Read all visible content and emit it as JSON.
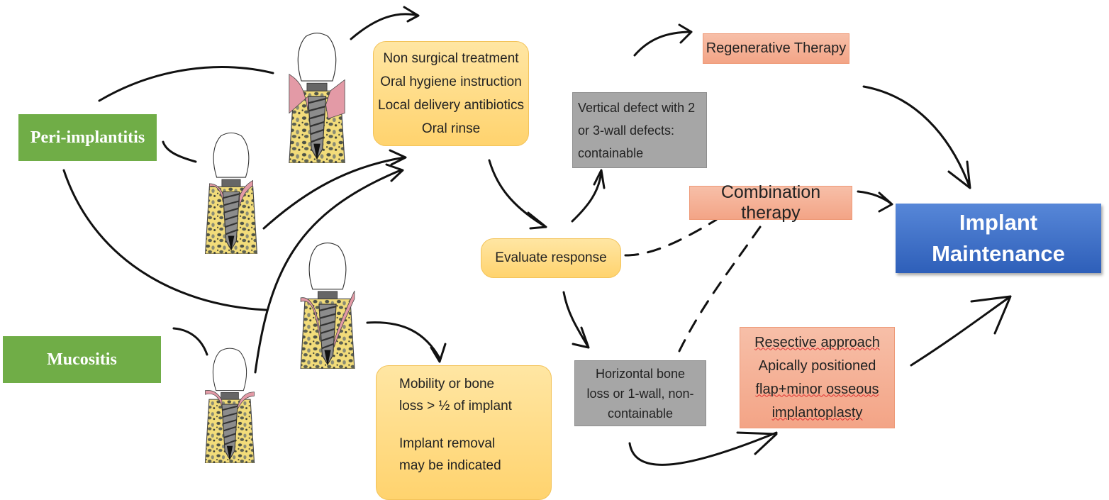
{
  "conditions": {
    "peri_implantitis": "Peri-implantitis",
    "mucositis": "Mucositis"
  },
  "non_surgical": {
    "lines": [
      "Non surgical treatment",
      "Oral hygiene instruction",
      "Local delivery antibiotics",
      "Oral rinse"
    ]
  },
  "evaluate": "Evaluate response",
  "mobility": {
    "lines": [
      "Mobility or bone",
      "loss > ½ of implant",
      "",
      "Implant removal",
      "may be indicated"
    ]
  },
  "vertical_defect": {
    "lines": [
      "Vertical defect with 2",
      "or 3-wall defects:",
      "containable"
    ]
  },
  "horizontal_defect": {
    "lines": [
      "Horizontal bone",
      "loss or 1-wall, non-",
      "containable"
    ]
  },
  "regenerative": "Regenerative Therapy",
  "combination": "Combination therapy",
  "resective": {
    "lines": [
      "Resective approach",
      "Apically positioned",
      "flap+minor osseous",
      "implantoplasty"
    ]
  },
  "maintenance": {
    "lines": [
      "Implant",
      "Maintenance"
    ]
  },
  "colors": {
    "condition_green": "#70ad47",
    "treatment_yellow": "#ffd36e",
    "defect_grey": "#a6a6a6",
    "surgical_salmon": "#f3a486",
    "maintenance_blue": "#2e5fb9",
    "gum_pink": "#e39aa6",
    "bone_yellow": "#f2dc7a"
  },
  "icons": [
    "implant-in-bone-illustration",
    "hand-drawn-arrow",
    "dashed-connector"
  ]
}
